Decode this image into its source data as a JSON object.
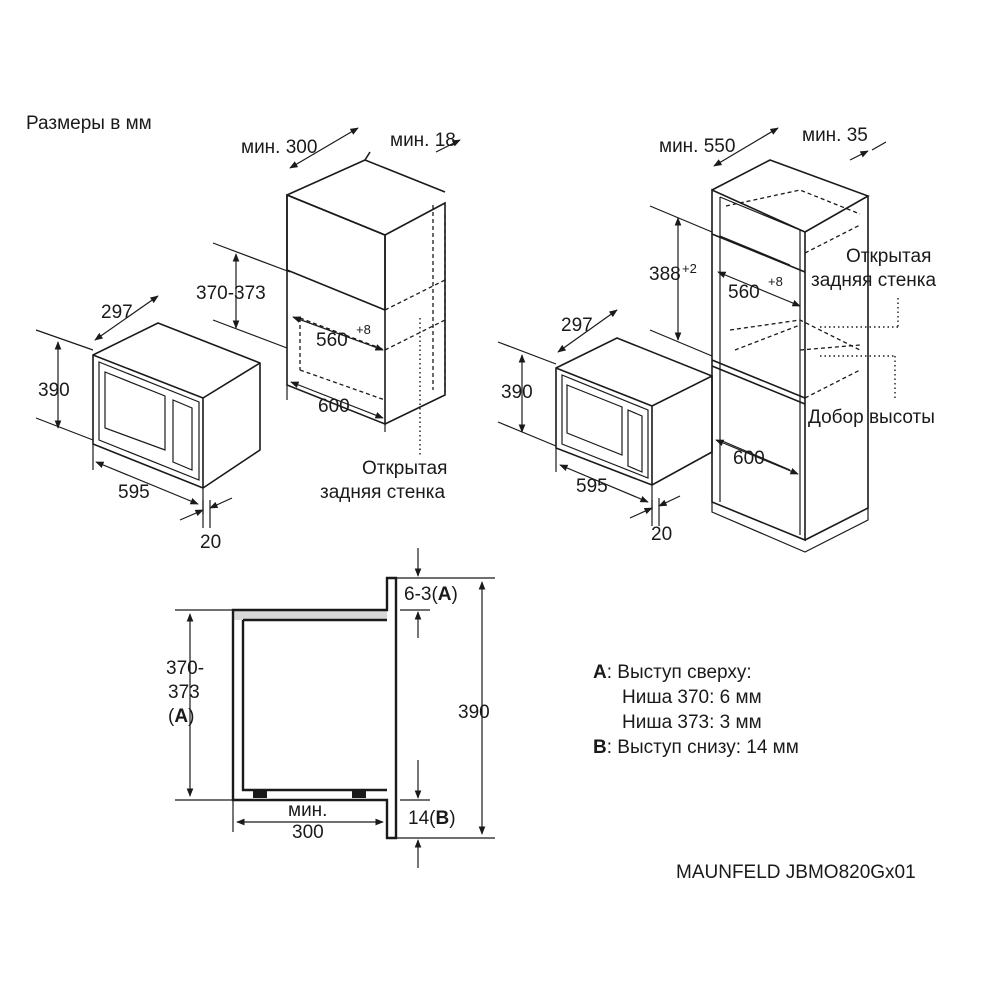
{
  "header": {
    "units_label": "Размеры в мм"
  },
  "model": "MAUNFELD JBMO820Gx01",
  "dims": {
    "min300": "мин. 300",
    "min18": "мин. 18",
    "min550": "мин. 550",
    "min35": "мин. 35",
    "d370_373": "370-373",
    "d388": "388",
    "d388_tol": "+2",
    "d560": "560",
    "d560_tol": "+8",
    "d600": "600",
    "d297": "297",
    "d390": "390",
    "d595": "595",
    "d20": "20",
    "d6_3": "6-3",
    "d14": "14",
    "d370_line": "370-",
    "d373_line": "373",
    "min_word": "мин.",
    "d300": "300",
    "open_back_1": "Открытая",
    "open_back_2": "задняя стенка",
    "height_filler": "Добор высоты"
  },
  "legend": {
    "a_key": "A",
    "a_text": ": Выступ сверху:",
    "a_line1": "Ниша 370: 6 мм",
    "a_line2": "Ниша 373: 3 мм",
    "b_key": "B",
    "b_text": ": Выступ снизу: 14 мм",
    "a_ref": "A",
    "b_ref": "B"
  },
  "colors": {
    "lines": "#1a1a1a",
    "shade": "#d9d9d9",
    "background": "#ffffff"
  }
}
